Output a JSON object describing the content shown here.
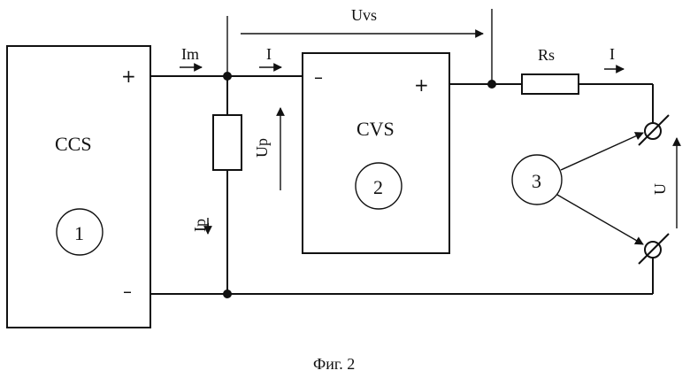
{
  "blocks": {
    "ccs": {
      "name": "CCS",
      "number": "1",
      "plus": "+",
      "minus": "–"
    },
    "cvs": {
      "name": "CVS",
      "number": "2",
      "plus": "+",
      "minus": "–"
    },
    "load": {
      "number": "3"
    }
  },
  "resistors": {
    "series": "Rs"
  },
  "labels": {
    "im": "Im",
    "i_in": "I",
    "i_out": "I",
    "ip": "Ip",
    "up": "Up",
    "uvs": "Uvs",
    "u": "U"
  },
  "caption": "Фиг. 2"
}
